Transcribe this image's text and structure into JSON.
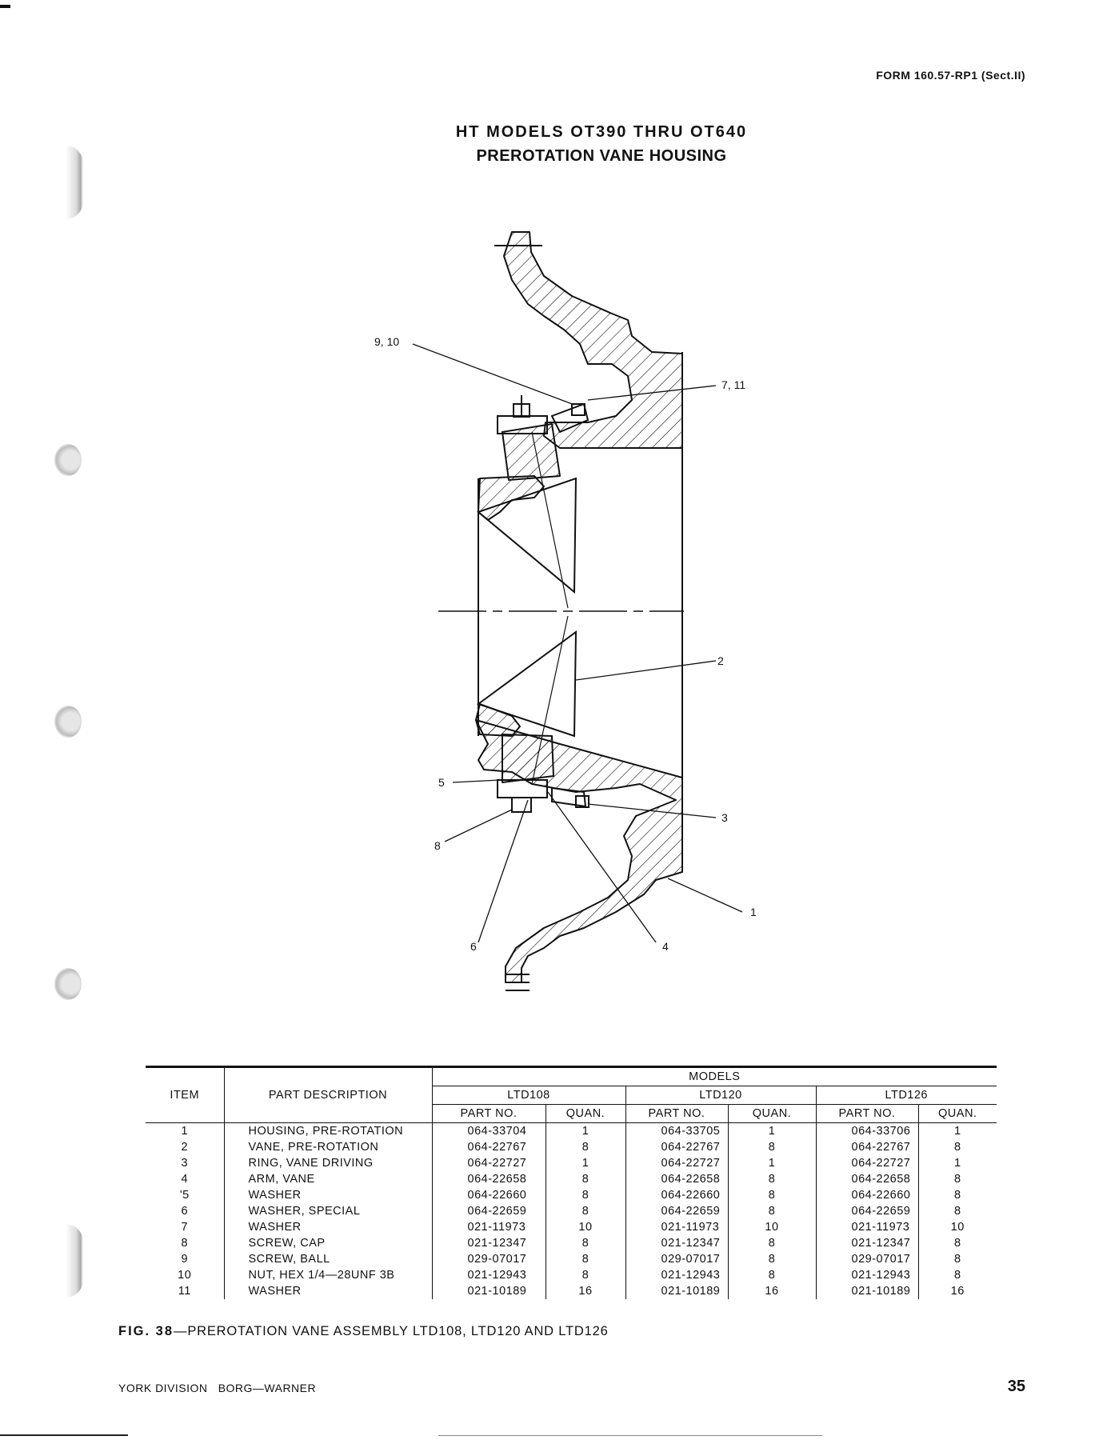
{
  "header": {
    "form_number": "FORM 160.57-RP1 (Sect.II)",
    "title_line1": "HT MODELS OT390 THRU OT640",
    "title_line2": "PREROTATION VANE HOUSING"
  },
  "drawing": {
    "callouts": [
      "9, 10",
      "7, 11",
      "2",
      "5",
      "3",
      "8",
      "1",
      "6",
      "4"
    ]
  },
  "table": {
    "headers": {
      "item": "ITEM",
      "description": "PART DESCRIPTION",
      "models": "MODELS",
      "model_names": [
        "LTD108",
        "LTD120",
        "LTD126"
      ],
      "part_no": "PART NO.",
      "quan": "QUAN."
    },
    "rows": [
      {
        "item": "1",
        "desc": "HOUSING, PRE-ROTATION",
        "ltd108": {
          "part": "064-33704",
          "qty": "1"
        },
        "ltd120": {
          "part": "064-33705",
          "qty": "1"
        },
        "ltd126": {
          "part": "064-33706",
          "qty": "1"
        }
      },
      {
        "item": "2",
        "desc": "VANE, PRE-ROTATION",
        "ltd108": {
          "part": "064-22767",
          "qty": "8"
        },
        "ltd120": {
          "part": "064-22767",
          "qty": "8"
        },
        "ltd126": {
          "part": "064-22767",
          "qty": "8"
        }
      },
      {
        "item": "3",
        "desc": "RING, VANE DRIVING",
        "ltd108": {
          "part": "064-22727",
          "qty": "1"
        },
        "ltd120": {
          "part": "064-22727",
          "qty": "1"
        },
        "ltd126": {
          "part": "064-22727",
          "qty": "1"
        }
      },
      {
        "item": "4",
        "desc": "ARM, VANE",
        "ltd108": {
          "part": "064-22658",
          "qty": "8"
        },
        "ltd120": {
          "part": "064-22658",
          "qty": "8"
        },
        "ltd126": {
          "part": "064-22658",
          "qty": "8"
        }
      },
      {
        "item": "'5",
        "desc": "WASHER",
        "ltd108": {
          "part": "064-22660",
          "qty": "8"
        },
        "ltd120": {
          "part": "064-22660",
          "qty": "8"
        },
        "ltd126": {
          "part": "064-22660",
          "qty": "8"
        }
      },
      {
        "item": "6",
        "desc": "WASHER, SPECIAL",
        "ltd108": {
          "part": "064-22659",
          "qty": "8"
        },
        "ltd120": {
          "part": "064-22659",
          "qty": "8"
        },
        "ltd126": {
          "part": "064-22659",
          "qty": "8"
        }
      },
      {
        "item": "7",
        "desc": "WASHER",
        "ltd108": {
          "part": "021-11973",
          "qty": "10"
        },
        "ltd120": {
          "part": "021-11973",
          "qty": "10"
        },
        "ltd126": {
          "part": "021-11973",
          "qty": "10"
        }
      },
      {
        "item": "8",
        "desc": "SCREW, CAP",
        "ltd108": {
          "part": "021-12347",
          "qty": "8"
        },
        "ltd120": {
          "part": "021-12347",
          "qty": "8"
        },
        "ltd126": {
          "part": "021-12347",
          "qty": "8"
        }
      },
      {
        "item": "9",
        "desc": "SCREW, BALL",
        "ltd108": {
          "part": "029-07017",
          "qty": "8"
        },
        "ltd120": {
          "part": "029-07017",
          "qty": "8"
        },
        "ltd126": {
          "part": "029-07017",
          "qty": "8"
        }
      },
      {
        "item": "10",
        "desc": "NUT, HEX 1/4—28UNF 3B",
        "ltd108": {
          "part": "021-12943",
          "qty": "8"
        },
        "ltd120": {
          "part": "021-12943",
          "qty": "8"
        },
        "ltd126": {
          "part": "021-12943",
          "qty": "8"
        }
      },
      {
        "item": "11",
        "desc": "WASHER",
        "ltd108": {
          "part": "021-10189",
          "qty": "16"
        },
        "ltd120": {
          "part": "021-10189",
          "qty": "16"
        },
        "ltd126": {
          "part": "021-10189",
          "qty": "16"
        }
      }
    ]
  },
  "caption": {
    "fig_label": "FIG. 38",
    "dash": "—",
    "text": "PREROTATION VANE ASSEMBLY LTD108, LTD120 AND LTD126"
  },
  "footer": {
    "left": "YORK DIVISION   BORG—WARNER",
    "page_number": "35"
  }
}
